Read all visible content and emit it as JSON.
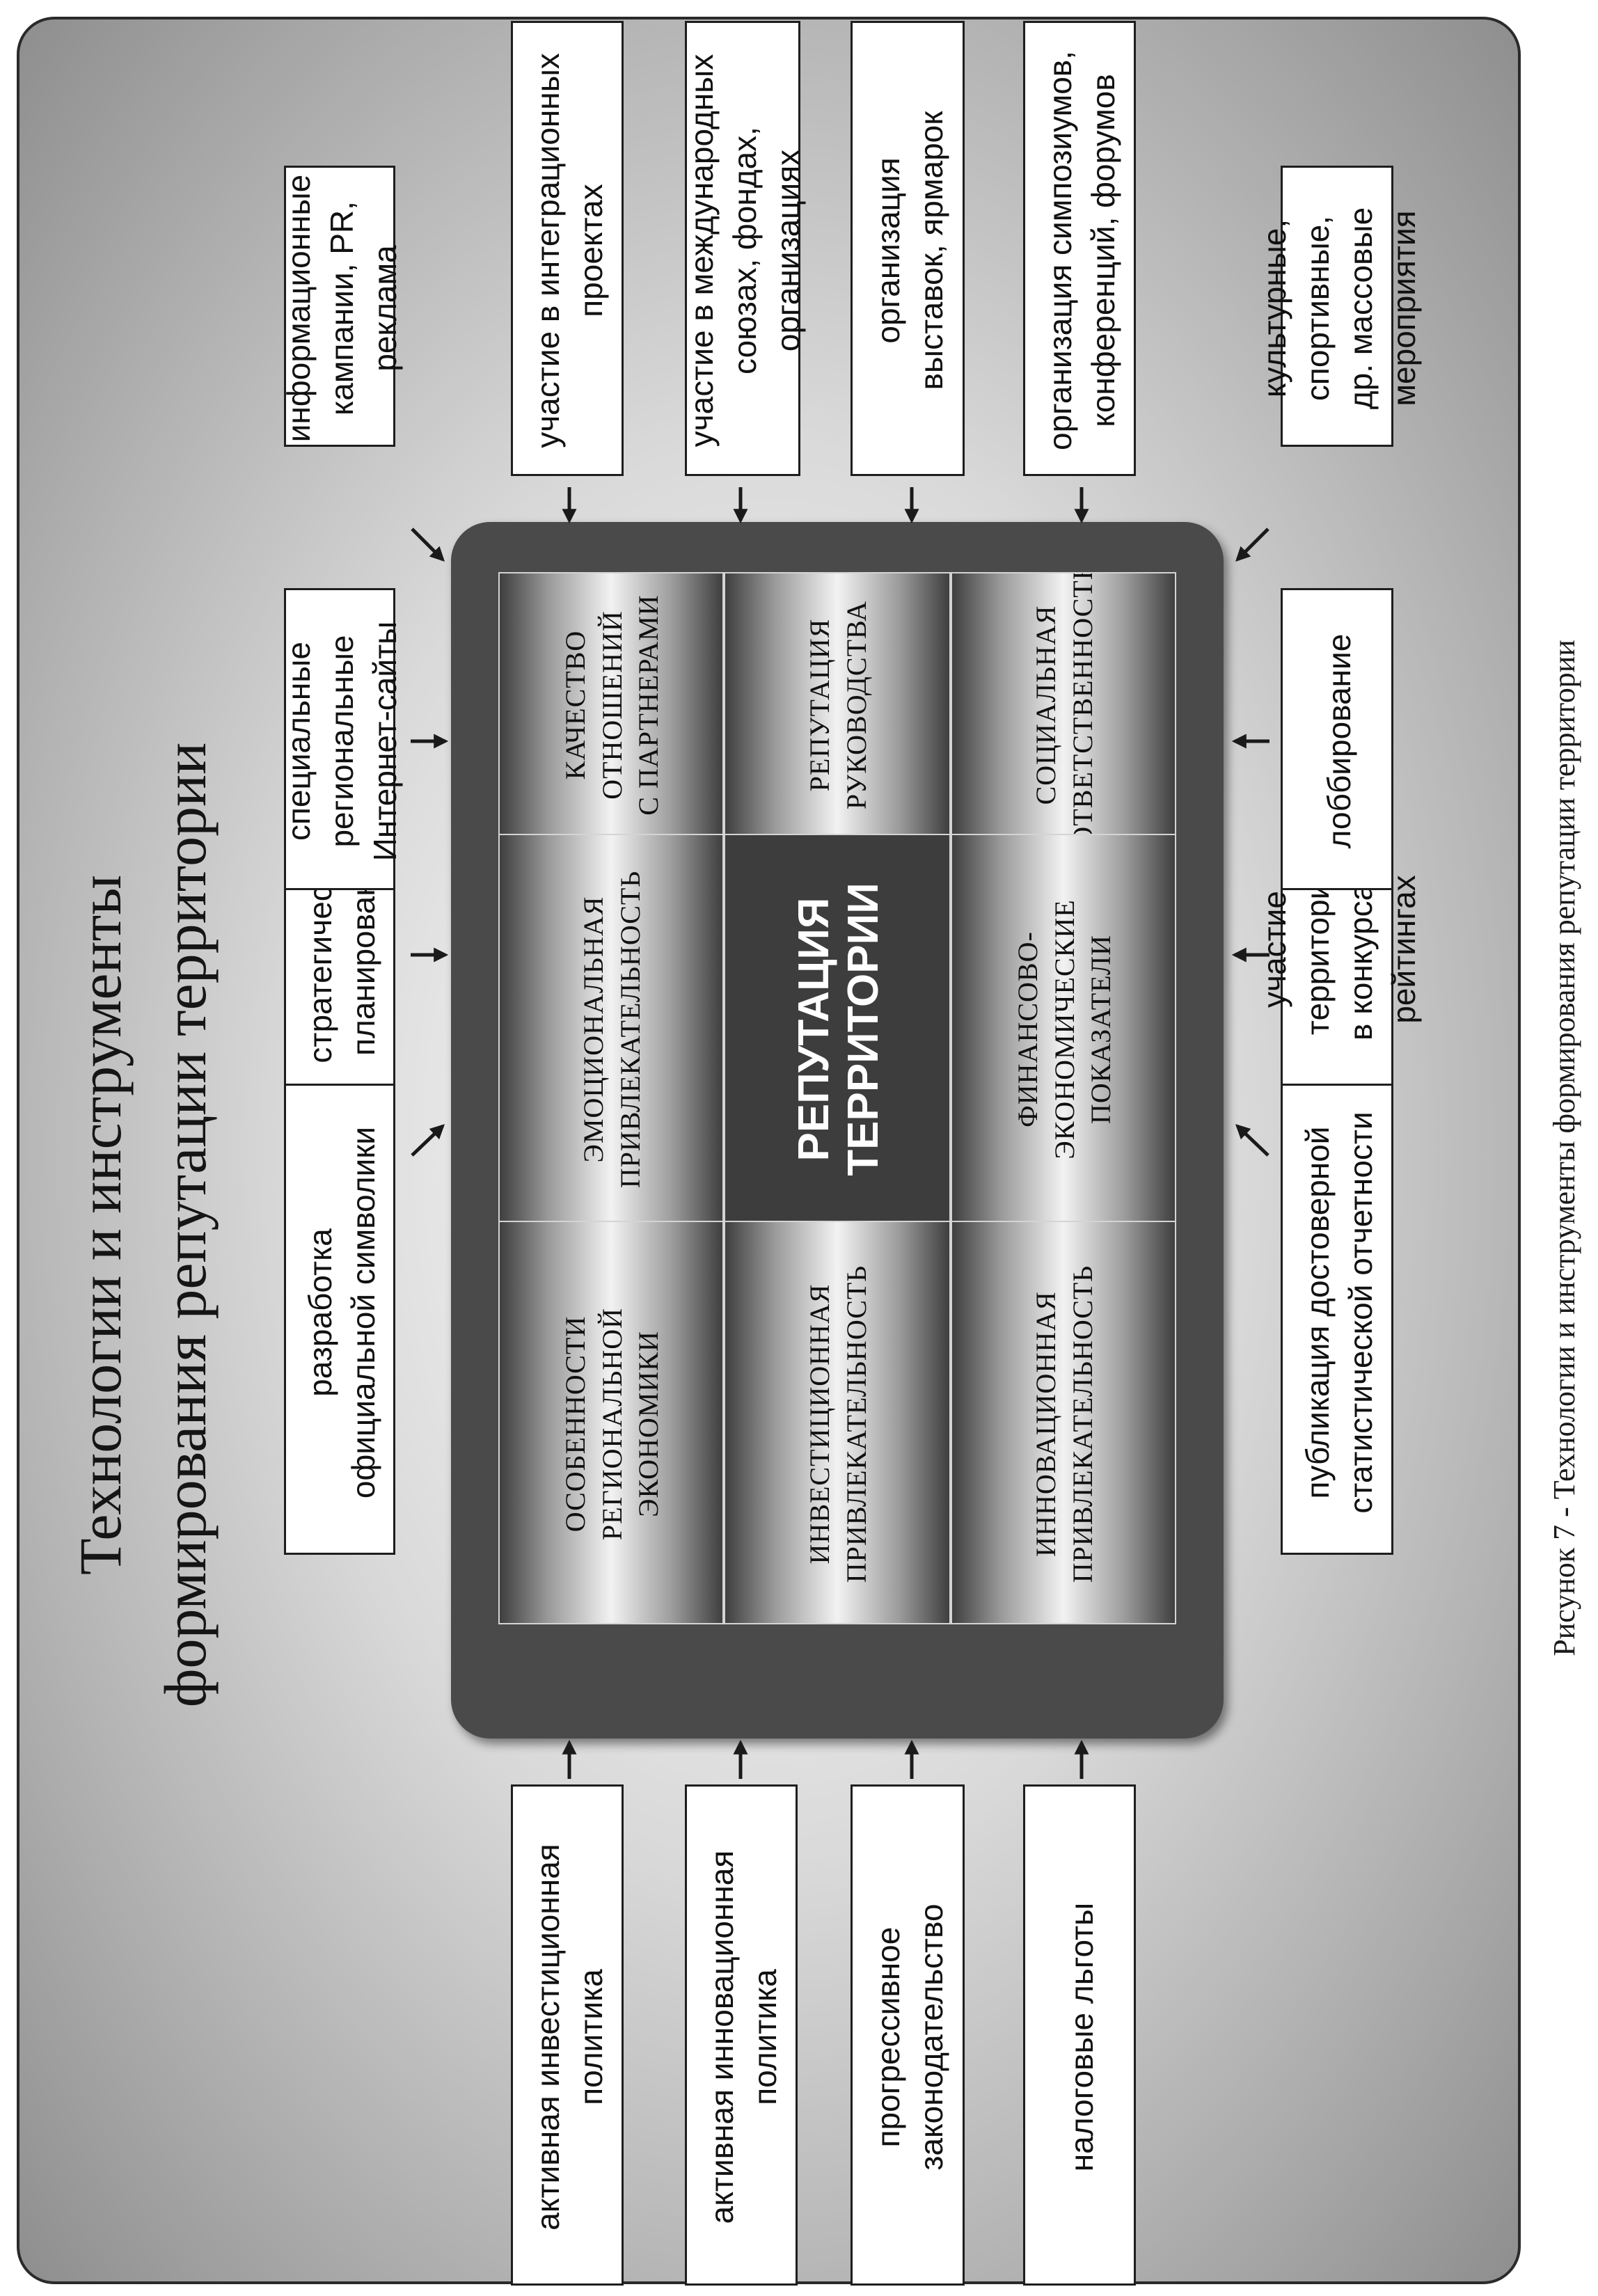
{
  "title": {
    "line1": "Технологии и инструменты",
    "line2": "формирования репутации территории"
  },
  "center": {
    "label": "РЕПУТАЦИЯ\nТЕРРИТОРИИ",
    "cells": {
      "top_left": "ОСОБЕННОСТИ\nРЕГИОНАЛЬНОЙ\nЭКОНОМИКИ",
      "top_middle": "ЭМОЦИОНАЛЬНАЯ\nПРИВЛЕКАТЕЛЬНОСТЬ",
      "top_right": "КАЧЕСТВО\nОТНОШЕНИЙ\nС ПАРТНЕРАМИ",
      "middle_left": "ИНВЕСТИЦИОННАЯ\nПРИВЛЕКАТЕЛЬНОСТЬ",
      "middle_right": "РЕПУТАЦИЯ\nРУКОВОДСТВА",
      "bottom_left": "ИННОВАЦИОННАЯ\nПРИВЛЕКАТЕЛЬНОСТЬ",
      "bottom_middle": "ФИНАНСОВО-\nЭКОНОМИЧЕСКИЕ\nПОКАЗАТЕЛИ",
      "bottom_right": "СОЦИАЛЬНАЯ\nОТВЕТСТВЕННОСТЬ"
    }
  },
  "boxes": {
    "official_symbols": "разработка\nофициальной символики",
    "strategic_planning": "стратегическое\nпланирование",
    "regional_websites": "специальные региональные\nИнтернет-сайты",
    "info_campaigns": "информационные\nкампании, PR, реклама",
    "investment_policy": "активная инвестиционная\nполитика",
    "integration_projects": "участие в интеграционных\nпроектах",
    "innovation_policy": "активная инновационная\nполитика",
    "international_unions": "участие в международных\nсоюзах, фондах, организациях",
    "legislation": "прогрессивное\nзаконодательство",
    "exhibitions": "организация\nвыставок, ярмарок",
    "tax_benefits": "налоговые льготы",
    "symposiums": "организация симпозиумов,\nконференций, форумов",
    "statistics": "публикация достоверной\nстатистической отчетности",
    "contests": "участие территории\nв конкурсах, рейтингах",
    "lobbying": "лоббирование",
    "mass_events": "культурные, спортивные,\nдр. массовые мероприятия"
  },
  "caption": "Рисунок 7 - Технологии и инструменты формирования репутации территории"
}
